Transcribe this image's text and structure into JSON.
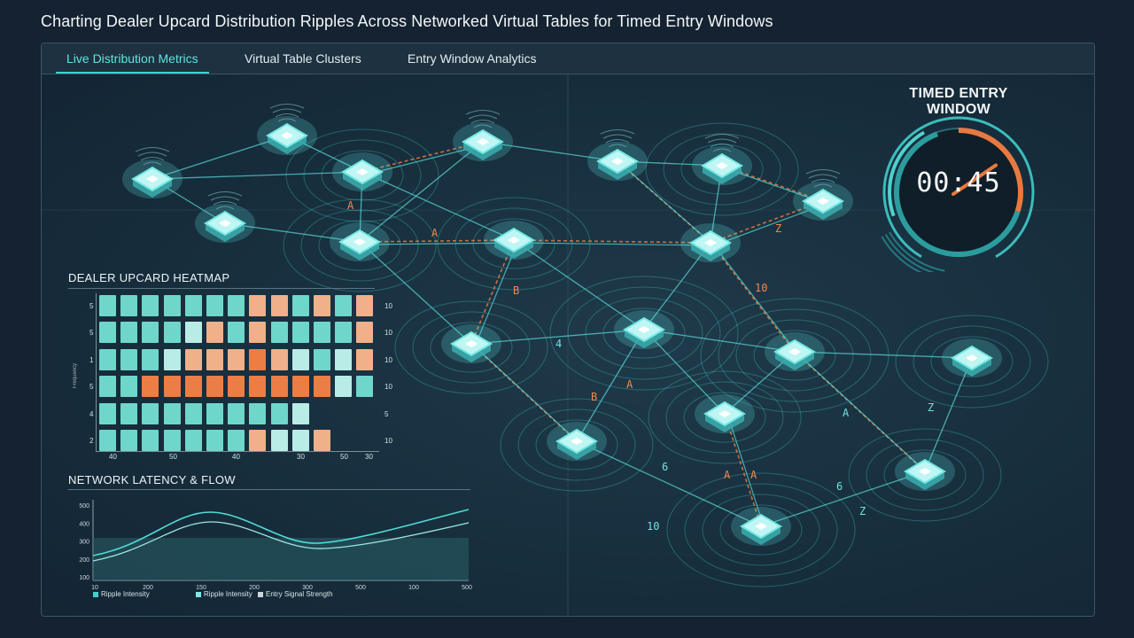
{
  "page": {
    "title": "Charting Dealer Upcard Distribution Ripples Across Networked Virtual Tables for Timed Entry Windows"
  },
  "tabs": [
    {
      "label": "Live Distribution Metrics",
      "active": true
    },
    {
      "label": "Virtual Table Clusters",
      "active": false
    },
    {
      "label": "Entry Window Analytics",
      "active": false
    }
  ],
  "timer": {
    "title_line1": "TIMED ENTRY",
    "title_line2": "WINDOW",
    "readout": "00:45",
    "progress": 0.3
  },
  "heatmap": {
    "title": "DEALER UPCARD HEATMAP",
    "row_labels": [
      "5",
      "5",
      "1",
      "5",
      "4",
      "2"
    ],
    "right_labels": [
      "10",
      "10",
      "10",
      "10",
      "5",
      "10"
    ],
    "x_labels": [
      "40",
      "50",
      "40",
      "30",
      "50",
      "30"
    ],
    "y_axis_label": "Frequency",
    "rows": [
      [
        "t",
        "t",
        "t",
        "t",
        "t",
        "t",
        "t",
        "o",
        "o",
        "t",
        "o",
        "t",
        "o"
      ],
      [
        "t",
        "t",
        "t",
        "t",
        "l",
        "o",
        "t",
        "o",
        "t",
        "t",
        "t",
        "t",
        "o"
      ],
      [
        "t",
        "t",
        "t",
        "l",
        "o",
        "o",
        "o",
        "O",
        "o",
        "l",
        "t",
        "l",
        "o"
      ],
      [
        "t",
        "t",
        "O",
        "O",
        "O",
        "O",
        "O",
        "O",
        "O",
        "O",
        "O",
        "l",
        "t"
      ],
      [
        "t",
        "t",
        "t",
        "t",
        "t",
        "t",
        "t",
        "t",
        "t",
        "l"
      ],
      [
        "t",
        "t",
        "t",
        "t",
        "t",
        "t",
        "t",
        "o",
        "l",
        "l",
        "o"
      ]
    ]
  },
  "latency": {
    "title": "NETWORK LATENCY & FLOW",
    "y_ticks": [
      "500",
      "400",
      "300",
      "200",
      "100"
    ],
    "x_ticks": [
      "10",
      "200",
      "150",
      "200",
      "300",
      "500",
      "100",
      "500"
    ],
    "legend": [
      {
        "label": "Ripple Intensity",
        "color": "#3fd3cf"
      },
      {
        "label": "Ripple Intensity",
        "color": "#7fe8e4"
      },
      {
        "label": "Entry Signal Strength",
        "color": "#c9d6da"
      }
    ]
  },
  "colors": {
    "accent": "#3fd3cf",
    "hot": "#e8793f",
    "cell_teal": "#6fd6cc",
    "cell_light": "#b9ece6",
    "cell_orange": "#ec7d45",
    "cell_soft_orange": "#f0b08a"
  },
  "network": {
    "edge_glyphs": [
      "A",
      "B",
      "A",
      "A",
      "A",
      "10",
      "6",
      "Z",
      "4",
      "10",
      "A",
      "B",
      "Z",
      "6",
      "Z",
      "A"
    ]
  },
  "icons": [
    "table-node-icon",
    "timer-gauge-icon"
  ]
}
